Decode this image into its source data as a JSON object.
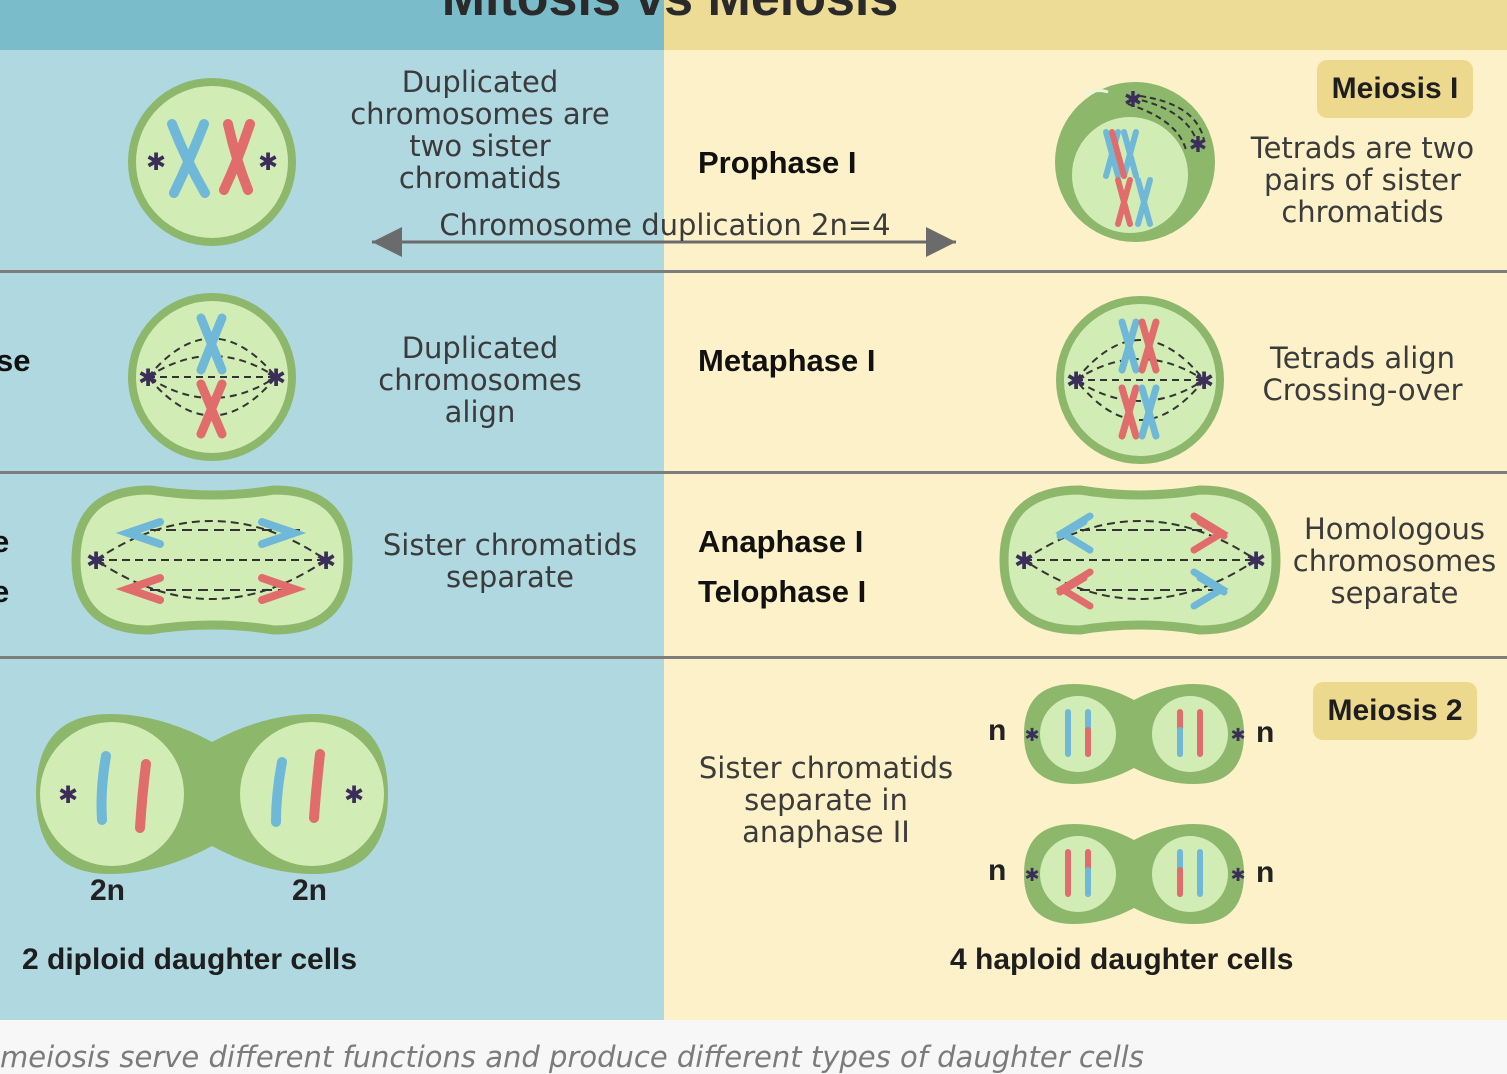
{
  "header": {
    "title": "Mitosis vs Meiosis"
  },
  "mitosis": {
    "row1_text": "Duplicated\nchromosomes are\ntwo sister\nchromatids",
    "row2_label_fragment": "se",
    "row2_text": "Duplicated\nchromosomes\nalign",
    "row3_label_fragment_1": "e",
    "row3_label_fragment_2": "e",
    "row3_text": "Sister chromatids\nseparate",
    "ploidy_left": "2n",
    "ploidy_right": "2n",
    "result": "2 diploid daughter cells"
  },
  "duplication_label": "Chromosome duplication 2n=4",
  "meiosis": {
    "badge1": "Meiosis I",
    "badge2": "Meiosis 2",
    "prophase": "Prophase I",
    "prophase_text": "Tetrads are two\npairs of sister\nchromatids",
    "metaphase": "Metaphase I",
    "metaphase_text": "Tetrads align\nCrossing-over",
    "anaphase": "Anaphase I",
    "telophase": "Telophase I",
    "anaphase_text": "Homologous\nchromosomes\nseparate",
    "meiosis2_text": "Sister chromatids\nseparate in\nanaphase II",
    "ploidy_n": "n",
    "result": "4 haploid daughter cells"
  },
  "caption": "meiosis serve different functions and produce different types of daughter cells",
  "colors": {
    "blue": "#6fb8d8",
    "red": "#e06c6c",
    "cell_outer": "#8db76a",
    "cell_inner": "#d2ecb5"
  }
}
